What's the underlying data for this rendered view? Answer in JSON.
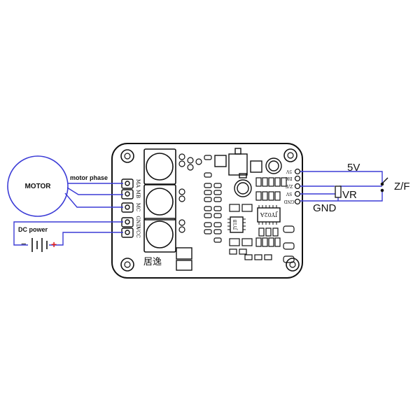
{
  "motor": {
    "label": "MOTOR",
    "phase_label": "motor phase"
  },
  "power": {
    "label": "DC power",
    "minus": "−",
    "plus": "+"
  },
  "board": {
    "brand": "居逸",
    "left_pins": [
      "MA",
      "MB",
      "MC",
      "GND",
      "VCC"
    ],
    "right_pins": [
      "5V",
      "BK",
      "Z/F",
      "SV",
      "GND"
    ],
    "chip_label": "JY02A",
    "chip_small": "JY1B"
  },
  "control": {
    "v5": "5V",
    "vr": "VR",
    "gnd": "GND",
    "zf": "Z/F"
  },
  "colors": {
    "ink": "#111111",
    "wire": "#3b3bd6",
    "plus": "#e02020"
  }
}
